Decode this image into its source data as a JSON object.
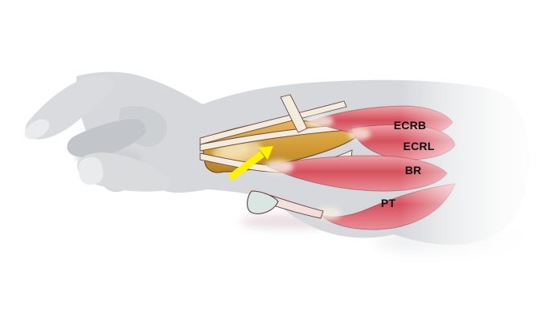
{
  "illustration": {
    "muscle_labels": [
      {
        "abbr": "ECRB"
      },
      {
        "abbr": "ECRL"
      },
      {
        "abbr": "BR"
      },
      {
        "abbr": "PT"
      }
    ],
    "colors": {
      "background": "#ffffff",
      "hand_gray": "#d6d8db",
      "finger_shadow_gray": "#c2c5c9",
      "muscle_red": "#d7545f",
      "muscle_red_light": "#f0a3a9",
      "tendon_cream": "#f2ecdf",
      "tendon_outline": "#6e463c",
      "inflamed_gold": "#d6a23c",
      "inflamed_gold_light": "#edd294",
      "cartilage_mint": "#d8e7e1",
      "arrow_yellow": "#fff200",
      "label_black": "#111111"
    }
  }
}
